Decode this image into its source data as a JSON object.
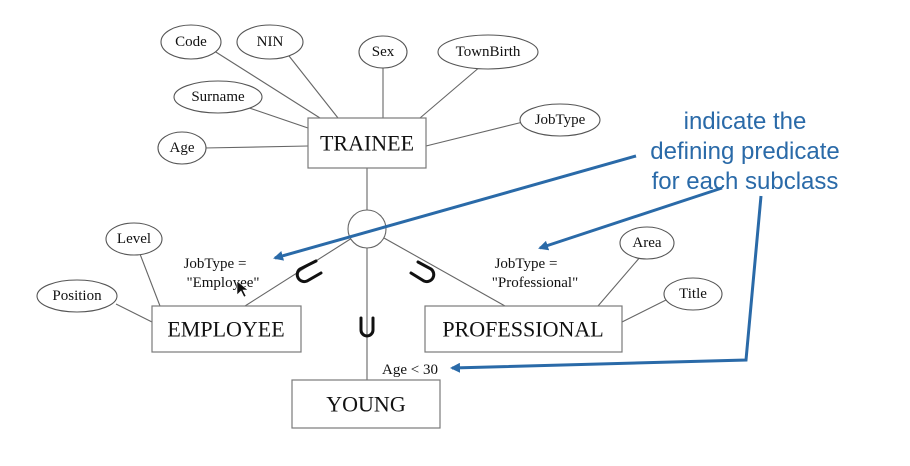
{
  "entities": {
    "trainee": "TRAINEE",
    "employee": "EMPLOYEE",
    "professional": "PROFESSIONAL",
    "young": "YOUNG"
  },
  "attributes": {
    "code": "Code",
    "nin": "NIN",
    "sex": "Sex",
    "townbirth": "TownBirth",
    "surname": "Surname",
    "jobtype": "JobType",
    "age": "Age",
    "level": "Level",
    "position": "Position",
    "area": "Area",
    "title": "Title"
  },
  "predicates": {
    "employee_line1": "JobType =",
    "employee_line2": "\"Employee\"",
    "professional_line1": "JobType =",
    "professional_line2": "\"Professional\"",
    "young": "Age < 30"
  },
  "annotation": {
    "line1": "indicate the",
    "line2": "defining predicate",
    "line3": "for each subclass",
    "color": "#2a6aa8"
  }
}
